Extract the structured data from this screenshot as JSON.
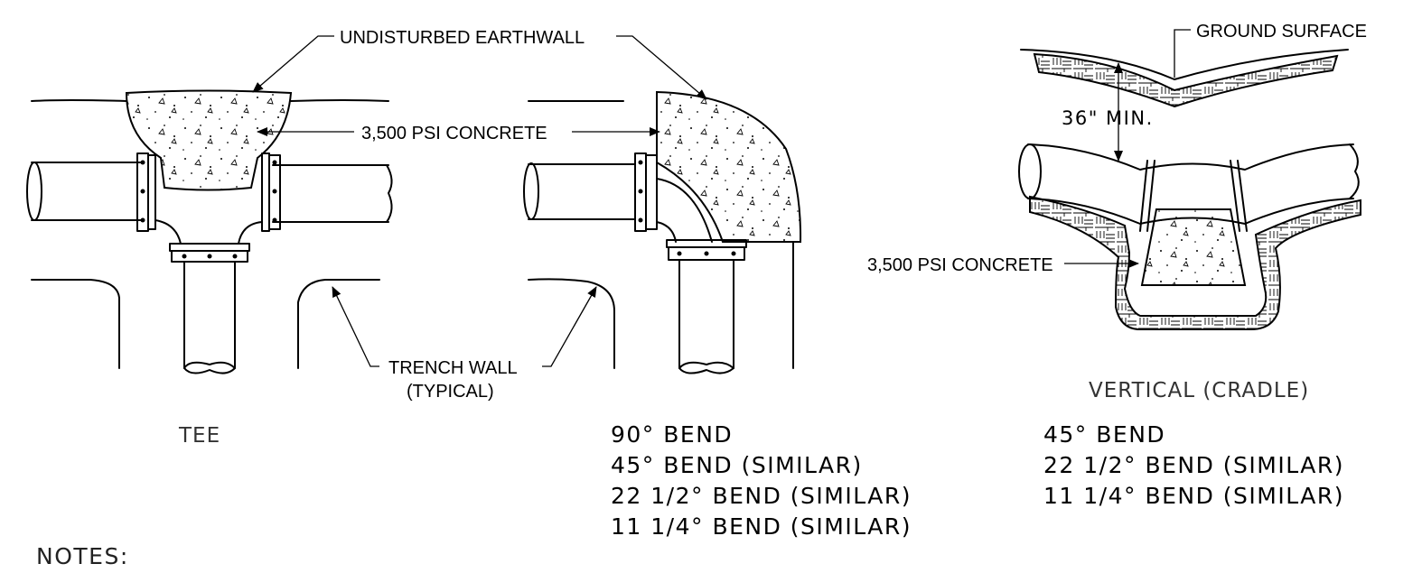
{
  "labels": {
    "undisturbed_earthwall": "UNDISTURBED EARTHWALL",
    "concrete_left": "3,500 PSI CONCRETE",
    "concrete_right": "3,500 PSI CONCRETE",
    "trench_wall_line1": "TRENCH WALL",
    "trench_wall_line2": "(TYPICAL)",
    "ground_surface": "GROUND SURFACE",
    "cover_depth": "36\" MIN."
  },
  "titles": {
    "tee": "TEE",
    "vertical_cradle": "VERTICAL (CRADLE)"
  },
  "bend_list_horizontal": [
    "90° BEND",
    "45° BEND (SIMILAR)",
    "22 1/2° BEND (SIMILAR)",
    "11 1/4° BEND (SIMILAR)"
  ],
  "bend_list_vertical": [
    "45° BEND",
    "22 1/2° BEND (SIMILAR)",
    "11 1/4° BEND (SIMILAR)"
  ],
  "notes_heading": "NOTES:"
}
